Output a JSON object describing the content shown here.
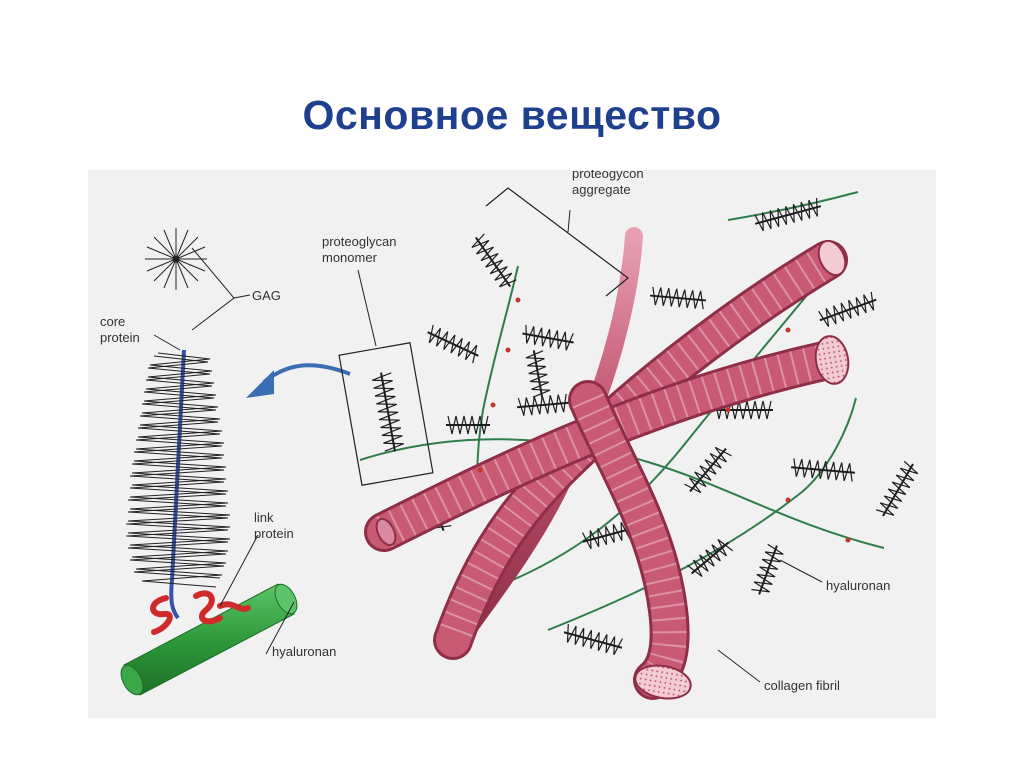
{
  "slide": {
    "title": "Основное вещество"
  },
  "labels": {
    "proteoglycan_aggregate": [
      "proteogycon",
      "aggregate"
    ],
    "proteoglycan_monomer": [
      "proteoglycan",
      "monomer"
    ],
    "gag": "GAG",
    "core_protein": [
      "core",
      "protein"
    ],
    "link_protein": [
      "link",
      "protein"
    ],
    "hyaluronan_left": "hyaluronan",
    "hyaluronan_right": "hyaluronan",
    "collagen_fibril": "collagen fibril"
  },
  "colors": {
    "title": "#1f3f8f",
    "panel_background": "#f1f1f1",
    "collagen": "#c2516c",
    "collagen_end": "#f3cbd3",
    "hyaluronan_cylinder": "#2e9a3a",
    "hyaluronan_strand": "#2f7d4a",
    "core_protein": "#3752a8",
    "link_protein": "#cf2a2a",
    "arrow": "#3a6db3"
  }
}
